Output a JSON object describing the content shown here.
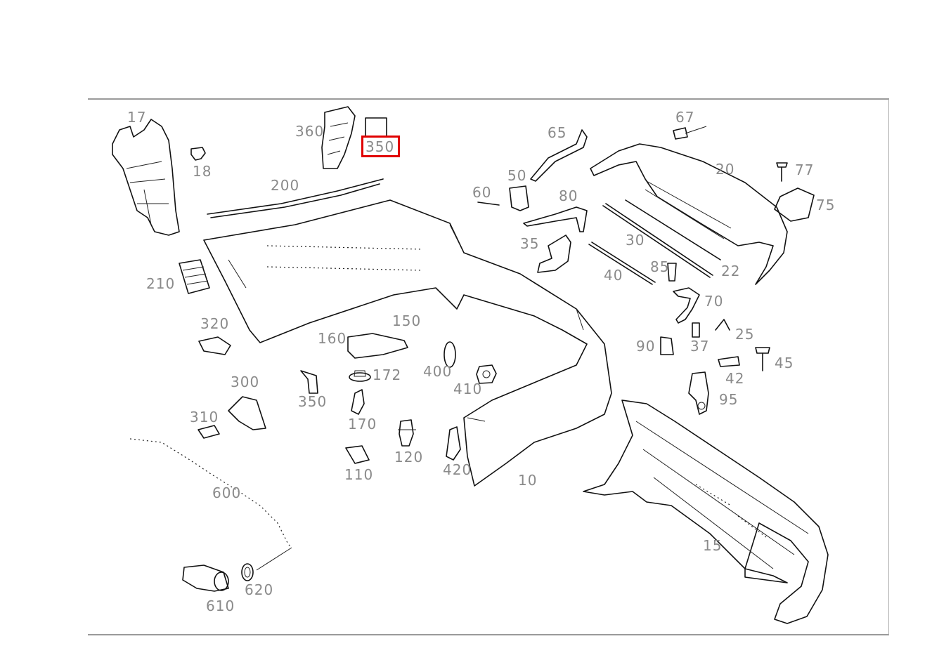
{
  "highlight_color": "#e00000",
  "label_color": "#8a8a8a",
  "highlighted_part": "350",
  "labels": {
    "p17": "17",
    "p18": "18",
    "p360": "360",
    "p350_top": "350",
    "p200": "200",
    "p210": "210",
    "p320": "320",
    "p160": "160",
    "p150": "150",
    "p172": "172",
    "p400": "400",
    "p410": "410",
    "p300": "300",
    "p350": "350",
    "p170": "170",
    "p310": "310",
    "p120": "120",
    "p420": "420",
    "p110": "110",
    "p600": "600",
    "p620": "620",
    "p610": "610",
    "p10": "10",
    "p65": "65",
    "p60": "60",
    "p50": "50",
    "p80": "80",
    "p35": "35",
    "p67": "67",
    "p20": "20",
    "p77": "77",
    "p75": "75",
    "p30": "30",
    "p40": "40",
    "p85": "85",
    "p22": "22",
    "p70": "70",
    "p25": "25",
    "p90": "90",
    "p37": "37",
    "p45": "45",
    "p42": "42",
    "p95": "95",
    "p15": "15"
  }
}
